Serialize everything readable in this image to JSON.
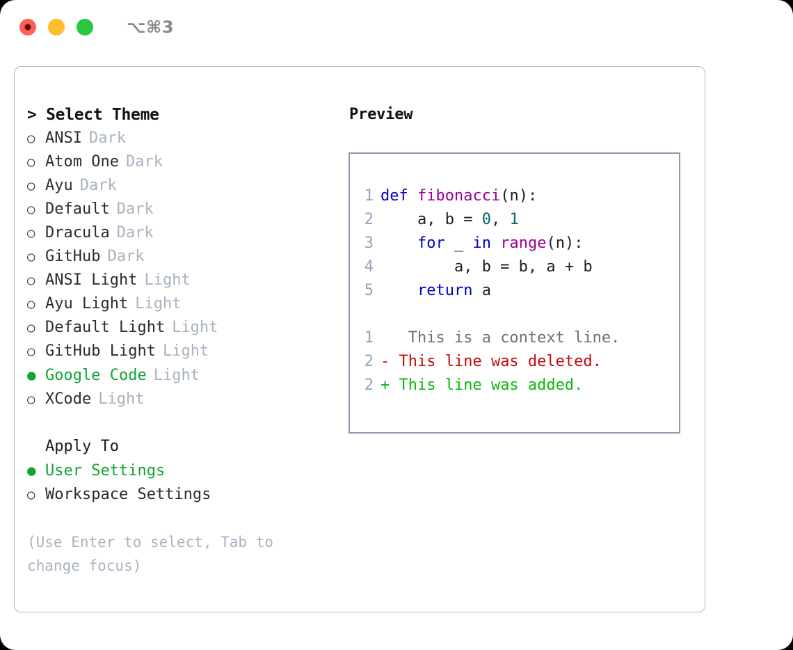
{
  "titlebar": {
    "shortcut": "⌥⌘3",
    "buttons": [
      {
        "name": "close",
        "color": "#ff5f57"
      },
      {
        "name": "minimize",
        "color": "#febc2e"
      },
      {
        "name": "maximize",
        "color": "#28c840"
      }
    ]
  },
  "theme_list": {
    "header": "> Select Theme",
    "selected_bullet": "●",
    "unselected_bullet": "○",
    "accent_color": "#12a534",
    "items": [
      {
        "bullet": "○",
        "name": "ANSI",
        "mode": "Dark",
        "selected": false
      },
      {
        "bullet": "○",
        "name": "Atom One",
        "mode": "Dark",
        "selected": false
      },
      {
        "bullet": "○",
        "name": "Ayu",
        "mode": "Dark",
        "selected": false
      },
      {
        "bullet": "○",
        "name": "Default",
        "mode": "Dark",
        "selected": false
      },
      {
        "bullet": "○",
        "name": "Dracula",
        "mode": "Dark",
        "selected": false
      },
      {
        "bullet": "○",
        "name": "GitHub",
        "mode": "Dark",
        "selected": false
      },
      {
        "bullet": "○",
        "name": "ANSI Light",
        "mode": "Light",
        "selected": false
      },
      {
        "bullet": "○",
        "name": "Ayu Light",
        "mode": "Light",
        "selected": false
      },
      {
        "bullet": "○",
        "name": "Default Light",
        "mode": "Light",
        "selected": false
      },
      {
        "bullet": "○",
        "name": "GitHub Light",
        "mode": "Light",
        "selected": false
      },
      {
        "bullet": "●",
        "name": "Google Code",
        "mode": "Light",
        "selected": true
      },
      {
        "bullet": "○",
        "name": "XCode",
        "mode": "Light",
        "selected": false
      }
    ]
  },
  "apply_to": {
    "label": "Apply To",
    "items": [
      {
        "bullet": "●",
        "name": "User Settings",
        "selected": true
      },
      {
        "bullet": "○",
        "name": "Workspace Settings",
        "selected": false
      }
    ]
  },
  "hint": "(Use Enter to select, Tab to change focus)",
  "preview": {
    "title": "Preview",
    "code_lines": [
      {
        "no": "1",
        "tokens": [
          {
            "t": "def ",
            "c": "kw"
          },
          {
            "t": "fibonacci",
            "c": "fn"
          },
          {
            "t": "(n):",
            "c": "plain"
          }
        ]
      },
      {
        "no": "2",
        "tokens": [
          {
            "t": "    a, b = ",
            "c": "plain"
          },
          {
            "t": "0",
            "c": "num"
          },
          {
            "t": ", ",
            "c": "plain"
          },
          {
            "t": "1",
            "c": "num"
          }
        ]
      },
      {
        "no": "3",
        "tokens": [
          {
            "t": "    ",
            "c": "plain"
          },
          {
            "t": "for",
            "c": "kw"
          },
          {
            "t": " _ ",
            "c": "plain"
          },
          {
            "t": "in",
            "c": "kw"
          },
          {
            "t": " ",
            "c": "plain"
          },
          {
            "t": "range",
            "c": "fn"
          },
          {
            "t": "(n):",
            "c": "plain"
          }
        ]
      },
      {
        "no": "4",
        "tokens": [
          {
            "t": "        a, b = b, a + b",
            "c": "plain"
          }
        ]
      },
      {
        "no": "5",
        "tokens": [
          {
            "t": "    ",
            "c": "plain"
          },
          {
            "t": "return",
            "c": "kw"
          },
          {
            "t": " a",
            "c": "plain"
          }
        ]
      }
    ],
    "diff_lines": [
      {
        "no": "1",
        "marker": " ",
        "text": "  This is a context line.",
        "kind": "ctx"
      },
      {
        "no": "2",
        "marker": "-",
        "text": " This line was deleted.",
        "kind": "del"
      },
      {
        "no": "2",
        "marker": "+",
        "text": " This line was added.",
        "kind": "add"
      }
    ]
  }
}
